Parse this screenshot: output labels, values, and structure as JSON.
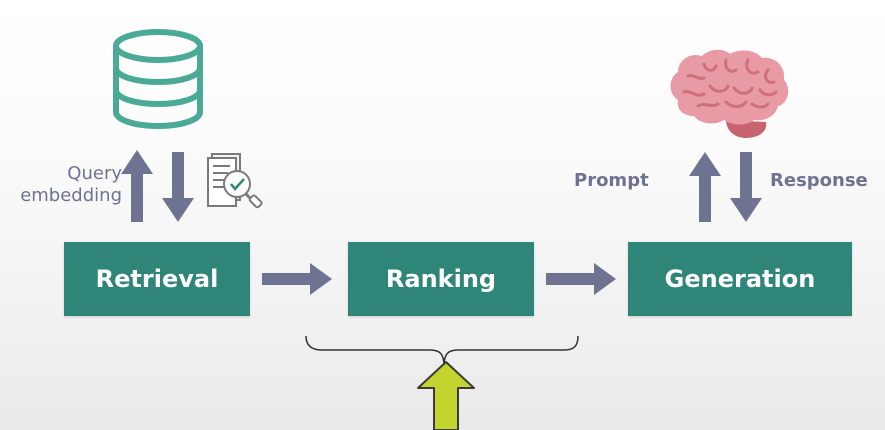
{
  "stages": {
    "retrieval": "Retrieval",
    "ranking": "Ranking",
    "generation": "Generation"
  },
  "labels": {
    "query_line1": "Query",
    "query_line2": "embedding",
    "prompt": "Prompt",
    "response": "Response"
  },
  "icons": {
    "database": "database-icon",
    "document_search": "document-search-icon",
    "brain": "brain-icon"
  },
  "colors": {
    "stage_box": "#2f8577",
    "arrow": "#6f7392",
    "highlight_arrow": "#c3d42f",
    "database_stroke": "#4aaa95",
    "brain": "#e89aa5"
  }
}
